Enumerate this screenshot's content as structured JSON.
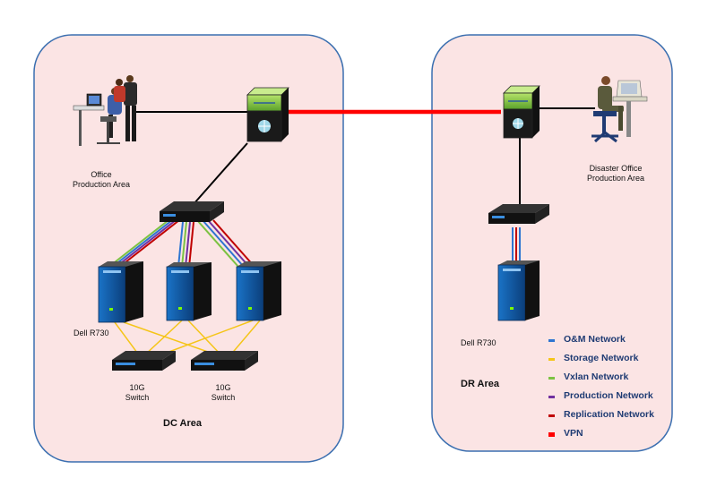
{
  "areas": {
    "dc_title": "DC Area",
    "dr_title": "DR Area"
  },
  "labels": {
    "office_line1": "Office",
    "office_line2": "Production Area",
    "disaster_line1": "Disaster Office",
    "disaster_line2": "Production Area",
    "dc_server": "Dell R730",
    "dr_server": "Dell R730",
    "switch1_line1": "10G",
    "switch1_line2": "Switch",
    "switch2_line1": "10G",
    "switch2_line2": "Switch"
  },
  "legend": [
    {
      "label": "O&M Network",
      "color": "#2e75d1"
    },
    {
      "label": "Storage Network",
      "color": "#f5c518"
    },
    {
      "label": "Vxlan Network",
      "color": "#7cc242"
    },
    {
      "label": "Production Network",
      "color": "#7030a0"
    },
    {
      "label": "Replication Network",
      "color": "#c00000"
    },
    {
      "label": "VPN",
      "color": "#ff0000"
    }
  ],
  "colors": {
    "area_fill": "#fbe4e4",
    "area_border": "#3b6fb0",
    "vpn_line": "#ff0000"
  }
}
